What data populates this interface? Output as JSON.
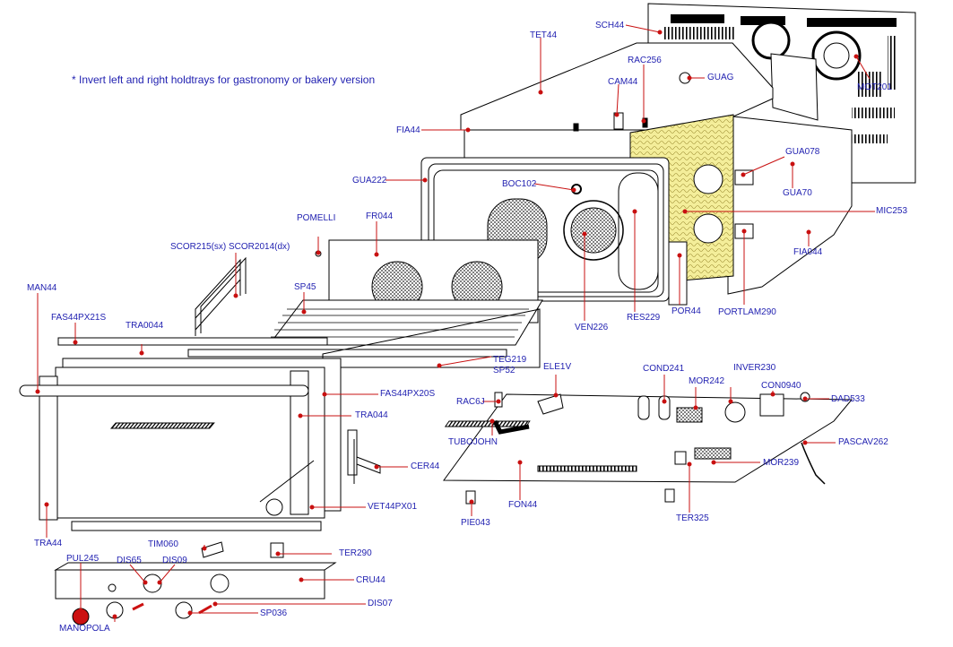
{
  "note": "*  Invert left and right  holdtrays for gastronomy or bakery version",
  "labels": {
    "sch44": "SCH44",
    "tet44": "TET44",
    "rac256": "RAC256",
    "guag": "GUAG",
    "cam44": "CAM44",
    "mot201": "MOT201",
    "fia44": "FIA44",
    "gua078": "GUA078",
    "gua70": "GUA70",
    "gua222": "GUA222",
    "boc102": "BOC102",
    "mic253": "MIC253",
    "pomelli": "POMELLI",
    "fr044": "FR044",
    "scor": "SCOR215(sx) SCOR2014(dx)",
    "fia044": "FIA044",
    "man44": "MAN44",
    "sp45": "SP45",
    "ven226": "VEN226",
    "res229": "RES229",
    "por44": "POR44",
    "portlam290": "PORTLAM290",
    "fas44px21s": "FAS44PX21S",
    "tra0044": "TRA0044",
    "teg219": "TEG219",
    "sp52": "SP52",
    "ele1v": "ELE1V",
    "cond241": "COND241",
    "inver230": "INVER230",
    "con0940": "CON0940",
    "dad533": "DAD533",
    "mor242": "MOR242",
    "rac6j": "RAC6J",
    "fas44px20s": "FAS44PX20S",
    "tra044": "TRA044",
    "tubojohn": "TUBOJOHN",
    "pascav262": "PASCAV262",
    "cer44": "CER44",
    "mor239": "MOR239",
    "fon44": "FON44",
    "vet44px01": "VET44PX01",
    "ter325": "TER325",
    "pie043": "PIE043",
    "tra44": "TRA44",
    "tim060": "TIM060",
    "ter290": "TER290",
    "pul245": "PUL245",
    "dis65": "DIS65",
    "dis09": "DIS09",
    "cru44": "CRU44",
    "dis07": "DIS07",
    "sp036": "SP036",
    "manopola": "MANOPOLA"
  }
}
